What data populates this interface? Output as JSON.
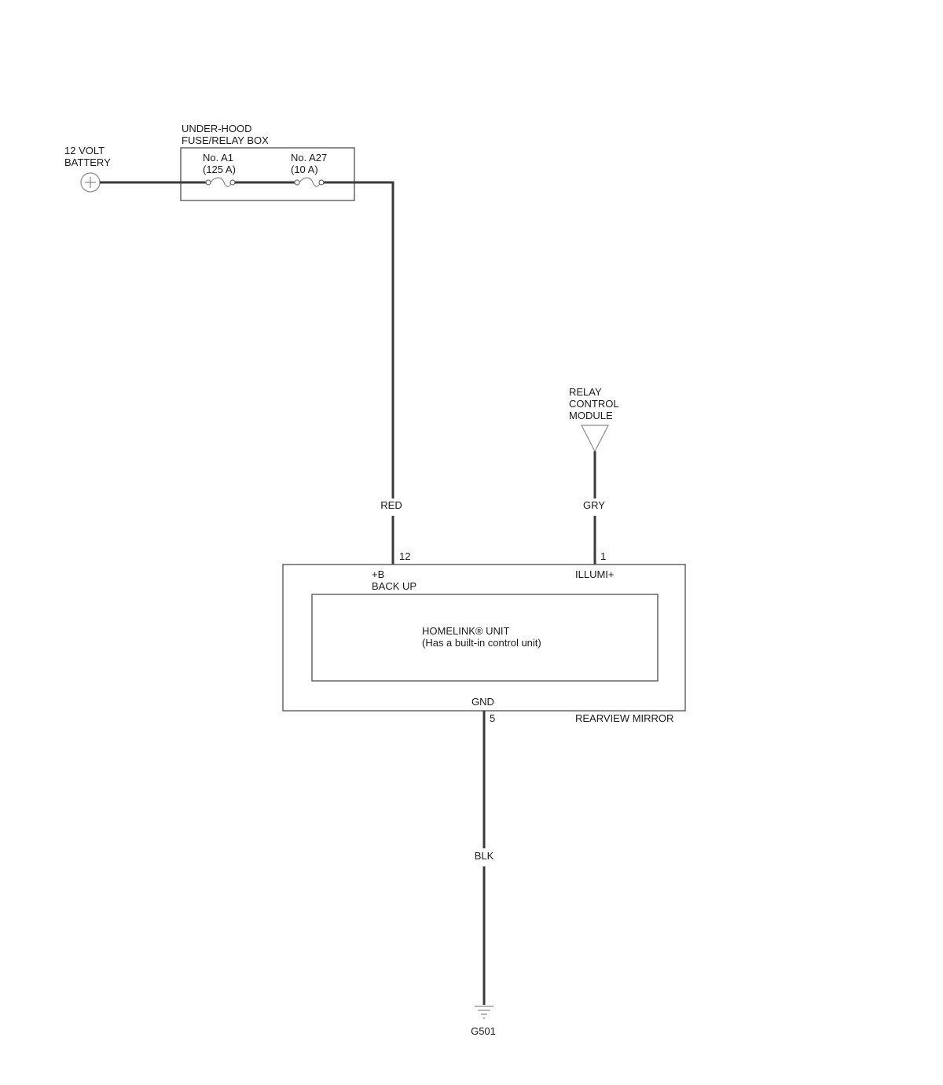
{
  "battery": {
    "line1": "12 VOLT",
    "line2": "BATTERY",
    "icon": "battery-positive-icon"
  },
  "fuse_box": {
    "line1": "UNDER-HOOD",
    "line2": "FUSE/RELAY BOX",
    "fuses": [
      {
        "name": "No. A1",
        "rating": "(125 A)"
      },
      {
        "name": "No. A27",
        "rating": "(10 A)"
      }
    ]
  },
  "relay_module": {
    "line1": "RELAY",
    "line2": "CONTROL",
    "line3": "MODULE"
  },
  "wires": {
    "power": "RED",
    "illum": "GRY",
    "ground": "BLK"
  },
  "mirror": {
    "pins": {
      "backup": "12",
      "illum": "1",
      "ground": "5"
    },
    "backup_label_1": "+B",
    "backup_label_2": "BACK UP",
    "illum_label": "ILLUMI+",
    "gnd_label": "GND",
    "unit_line1": "HOMELINK® UNIT",
    "unit_line2": "(Has a built-in control unit)",
    "name": "REARVIEW MIRROR"
  },
  "ground": {
    "name": "G501",
    "icon": "ground-symbol-icon"
  }
}
